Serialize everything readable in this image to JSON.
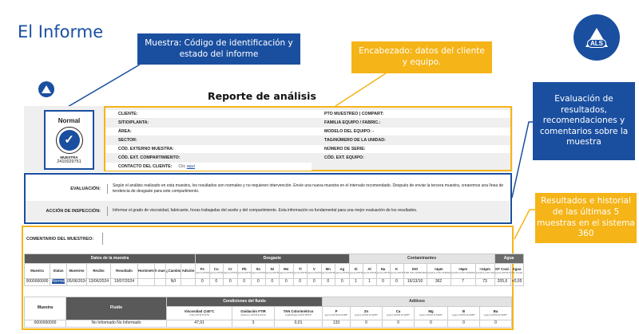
{
  "page_title": "El Informe",
  "logo_text": "ALS",
  "callouts": {
    "muestra": "Muestra: Código de identificación y estado del informe",
    "encabezado": "Encabezado: datos del cliente y equipo.",
    "evaluacion": "Evaluación de resultados, recomendaciones y comentarios sobre la muestra",
    "resultados": "Resultados e historial de las últimas 5 muestras en el sistema 360"
  },
  "report": {
    "title": "Reporte de análisis",
    "status": {
      "label": "Normal",
      "muestra_label": "MUESTRA",
      "muestra_id": "2410029751"
    },
    "fields_left": [
      "CLIENTE:",
      "SITIO/PLANTA:",
      "ÁREA:",
      "SECTOR:",
      "CÓD. EXTERNO MUESTRA:",
      "CÓD. EXT. COMPARTIMIENTO:",
      "CONTACTO DEL CLIENTE:"
    ],
    "contact_clic": "Clic",
    "contact_link": "aquí",
    "fields_right": [
      "PTO MUESTREO | COMPART:",
      "FAMILIA EQUIPO / FABRIC.:",
      "MODELO DEL EQUIPO:  -",
      "TAG/NÚMERO DE LA UNIDAD:",
      "NÚMERO DE SERIE:",
      "CÓD. EXT. EQUIPO:"
    ],
    "evaluacion_label": "EVALUACIÓN:",
    "evaluacion_text": "Según el análisis realizado en esta muestra, los resultados son normales y no requieren intervención. Envíe una nueva muestra en el intervalo recomendado. Después de enviar la tercera muestra, crearemos una línea de tendencia de desgaste para este compartimento.",
    "accion_label": "ACCIÓN DE INSPECCIÓN:",
    "accion_text": "Informar el grado de viscosidad, fabricante, horas trabajadas del aceite y del compartimiento. Esta información es fundamental para una mejor evaluación de los resultados.",
    "comentario_label": "COMENTARIO DEL MUESTREO:"
  },
  "table1": {
    "groups": [
      {
        "label": "Datos de la muestra",
        "span": 9,
        "cls": "g1"
      },
      {
        "label": "Desgaste",
        "span": 11,
        "cls": "g1"
      },
      {
        "label": "Contaminantes",
        "span": 8,
        "cls": "g2"
      },
      {
        "label": "Agua",
        "span": 2,
        "cls": "g3"
      }
    ],
    "columns": [
      {
        "h": "Muestra",
        "u": ""
      },
      {
        "h": "Status",
        "u": ""
      },
      {
        "h": "Muestreo",
        "u": ""
      },
      {
        "h": "Recibo",
        "u": ""
      },
      {
        "h": "Resultado",
        "u": ""
      },
      {
        "h": "Horómetro",
        "u": ""
      },
      {
        "h": "h muestra",
        "u": ""
      },
      {
        "h": "¿Cambio?",
        "u": ""
      },
      {
        "h": "Adición",
        "u": ""
      },
      {
        "h": "Fe",
        "u": "(ppm) ASTM D-5185*"
      },
      {
        "h": "Cu",
        "u": "(ppm) ASTM D-5185*"
      },
      {
        "h": "Cr",
        "u": "(ppm) ASTM D-5185*"
      },
      {
        "h": "Pb",
        "u": "(ppm) ASTM D-5185*"
      },
      {
        "h": "Sn",
        "u": "(ppm) ASTM D-5185*"
      },
      {
        "h": "Ni",
        "u": "(ppm) ASTM D-5185*"
      },
      {
        "h": "Mo",
        "u": "(ppm) ASTM D-5185*"
      },
      {
        "h": "Ti",
        "u": "(ppm) ASTM D-5185*"
      },
      {
        "h": "V",
        "u": "(ppm) ASTM D-5185*"
      },
      {
        "h": "Mn",
        "u": "(ppm) ASTM D-5185*"
      },
      {
        "h": "Ag",
        "u": "(ppm) ASTM D-5185*"
      },
      {
        "h": "Si",
        "u": "(ppm) ASTM D-5185*"
      },
      {
        "h": "Al",
        "u": "(ppm) ASTM D-5185*"
      },
      {
        "h": "Na",
        "u": "(ppm) ASTM D-5185*"
      },
      {
        "h": "K",
        "u": "(ppm) ASTM D-5185*"
      },
      {
        "h": "ISO",
        "u": "4406 ISO 11500/4406:2017"
      },
      {
        "h": ">4µm",
        "u": "(part/mL) ISO 11500/4406:2017"
      },
      {
        "h": ">6µm",
        "u": "(part/mL) ISO 11500/4406:2017"
      },
      {
        "h": ">14µm",
        "u": "(part/mL) ISO 11500/4406:2017"
      },
      {
        "h": "KF Coul.",
        "u": "(ppm) ASTM D6304-A"
      },
      {
        "h": "Agua",
        "u": "(%) Visual"
      }
    ],
    "rows": [
      [
        "0000000000",
        "Normal",
        "05/06/2024",
        "13/06/2024",
        "19/07/2024",
        "",
        "",
        "N/I",
        "",
        "0",
        "0",
        "0",
        "0",
        "0",
        "0",
        "0",
        "0",
        "0",
        "0",
        "0",
        "1",
        "1",
        "0",
        "0",
        "16/13/10",
        "362",
        "7",
        "73",
        "205,6",
        "<0,05"
      ]
    ]
  },
  "table2": {
    "groups": [
      {
        "label": "Muestra",
        "span": 1,
        "cls": "w",
        "rows": 2
      },
      {
        "label": "Fluido",
        "span": 1,
        "cls": "g1",
        "rows": 2
      },
      {
        "label": "Condiciones del fluido",
        "span": 3,
        "cls": "g1"
      },
      {
        "label": "Aditivos",
        "span": 6,
        "cls": "g2"
      }
    ],
    "columns": [
      {
        "h": "Viscosidad @40°C",
        "u": "(cSt) ASTM D7279"
      },
      {
        "h": "Oxidación FTIR",
        "u": "(abs/cm) ASTM E-2412"
      },
      {
        "h": "TAN Colorimétrico",
        "u": "(mgKOH/g) ASTM D974*"
      },
      {
        "h": "P",
        "u": "(ppm) ASTM D-5185*"
      },
      {
        "h": "Zn",
        "u": "(ppm) ASTM D-5185*"
      },
      {
        "h": "Ca",
        "u": "(ppm) ASTM D-5185*"
      },
      {
        "h": "Mg",
        "u": "(ppm) ASTM D-5185*"
      },
      {
        "h": "B",
        "u": "(ppm) ASTM D-5185*"
      },
      {
        "h": "Ba",
        "u": "(ppm) ASTM D-5185*"
      }
    ],
    "rows": [
      [
        "0000000000",
        "No Informado No Informado",
        "47,91",
        "3",
        "0,01",
        "133",
        "0",
        "0",
        "0",
        "0",
        "0"
      ]
    ]
  }
}
